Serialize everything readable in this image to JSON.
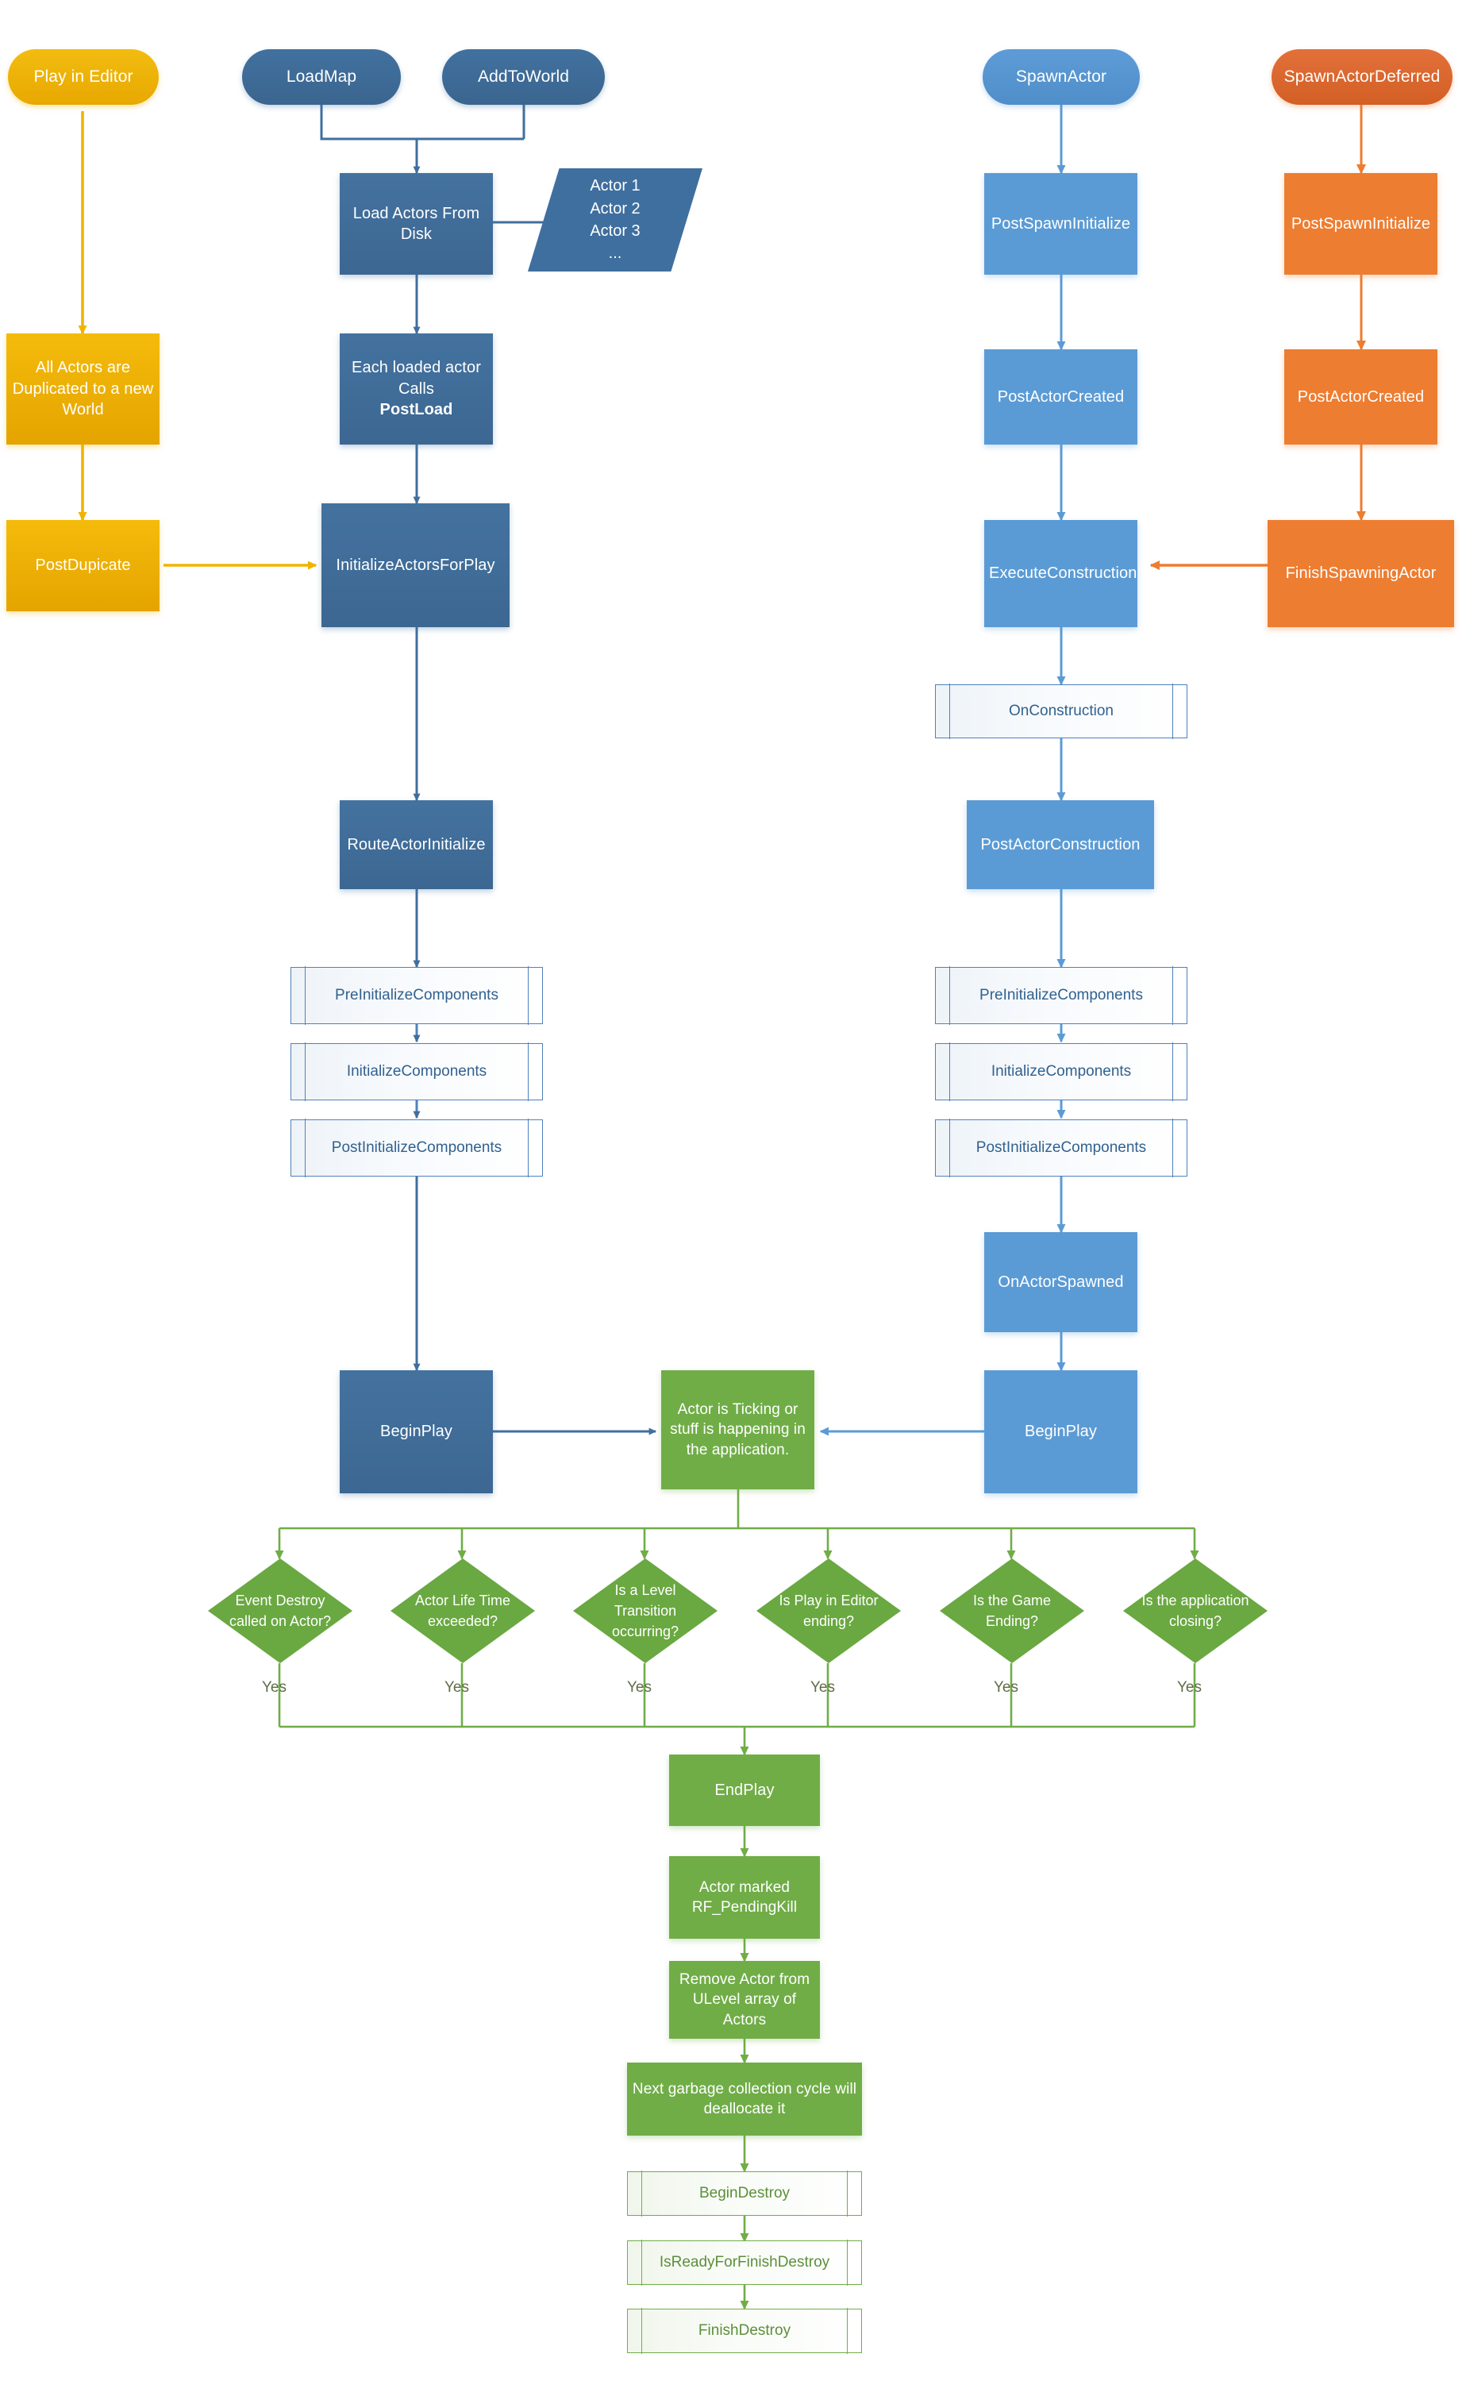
{
  "diagram": {
    "title": "Unreal Engine Actor Lifecycle Flowchart",
    "colors": {
      "dark_blue": "#3f6f9f",
      "light_blue": "#5b9bd5",
      "yellow": "#f0b400",
      "orange": "#ed7d31",
      "green": "#70ad47",
      "subroutine_border_blue": "#4f81bd",
      "subroutine_border_green": "#70ad47"
    }
  },
  "nodes": {
    "play_in_editor": "Play in Editor",
    "loadmap": "LoadMap",
    "addtoworld": "AddToWorld",
    "spawnactor": "SpawnActor",
    "spawnactordeferred": "SpawnActorDeferred",
    "load_actors_from_disk": "Load Actors From Disk",
    "actor_list_line1": "Actor 1",
    "actor_list_line2": "Actor 2",
    "actor_list_line3": "Actor 3",
    "actor_list_line4": "...",
    "all_actors_duplicated": "All Actors are Duplicated to a new World",
    "each_loaded_actor_prefix": "Each loaded actor Calls ",
    "each_loaded_actor_bold": "PostLoad",
    "postdupicate": "PostDupicate",
    "initialize_actors_for_play": "InitializeActorsForPlay",
    "route_actor_initialize": "RouteActorInitialize",
    "pre_initialize_components_left": "PreInitializeComponents",
    "initialize_components_left": "InitializeComponents",
    "post_initialize_components_left": "PostInitializeComponents",
    "begin_play_left": "BeginPlay",
    "post_spawn_initialize_blue": "PostSpawnInitialize",
    "post_actor_created_blue": "PostActorCreated",
    "execute_construction": "ExecuteConstruction",
    "on_construction": "OnConstruction",
    "post_actor_construction": "PostActorConstruction",
    "pre_initialize_components_right": "PreInitializeComponents",
    "initialize_components_right": "InitializeComponents",
    "post_initialize_components_right": "PostInitializeComponents",
    "on_actor_spawned": "OnActorSpawned",
    "begin_play_right": "BeginPlay",
    "post_spawn_initialize_orange": "PostSpawnInitialize",
    "post_actor_created_orange": "PostActorCreated",
    "finish_spawning_actor": "FinishSpawningActor",
    "actor_is_ticking": "Actor is Ticking or stuff is happening in the application.",
    "end_play": "EndPlay",
    "actor_marked_pendingkill": "Actor marked RF_PendingKill",
    "remove_actor_from_ulevel": "Remove Actor from ULevel array of Actors",
    "next_gc_cycle": "Next garbage collection cycle will deallocate it",
    "begin_destroy": "BeginDestroy",
    "is_ready_for_finish_destroy": "IsReadyForFinishDestroy",
    "finish_destroy": "FinishDestroy"
  },
  "decisions": [
    {
      "label": "Event Destroy called on Actor?",
      "yes": "Yes"
    },
    {
      "label": "Actor Life Time exceeded?",
      "yes": "Yes"
    },
    {
      "label": "Is a Level Transition occurring?",
      "yes": "Yes"
    },
    {
      "label": "Is Play in Editor ending?",
      "yes": "Yes"
    },
    {
      "label": "Is the Game Ending?",
      "yes": "Yes"
    },
    {
      "label": "Is the application closing?",
      "yes": "Yes"
    }
  ]
}
